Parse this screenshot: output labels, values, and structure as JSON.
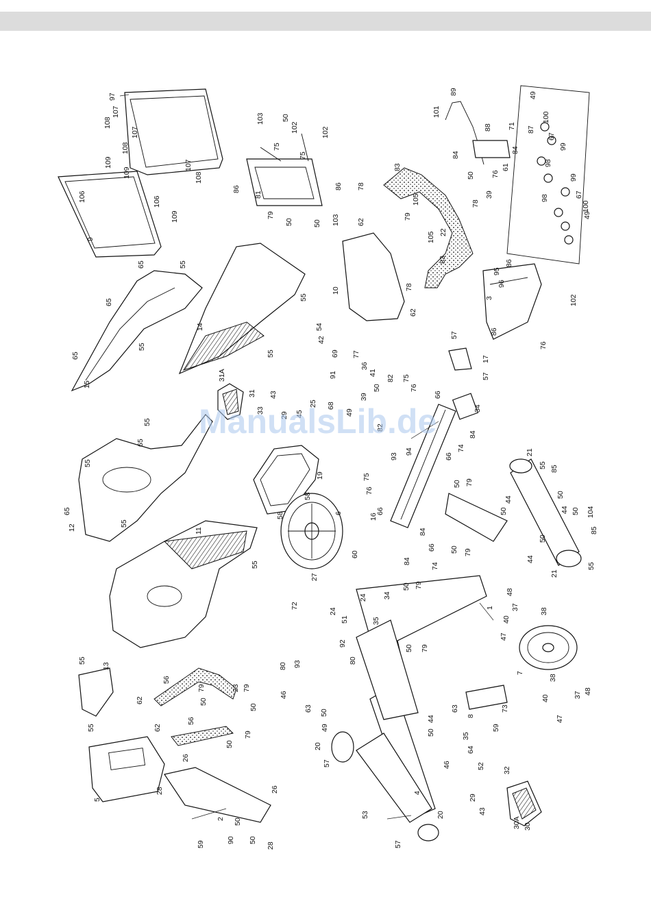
{
  "watermark": "ManualsLib.de",
  "labels": [
    {
      "text": "97"
    },
    {
      "text": "107"
    },
    {
      "text": "108"
    },
    {
      "text": "107"
    },
    {
      "text": "108"
    },
    {
      "text": "107"
    },
    {
      "text": "108"
    },
    {
      "text": "109"
    },
    {
      "text": "106"
    },
    {
      "text": "109"
    },
    {
      "text": "106"
    },
    {
      "text": "109"
    },
    {
      "text": "9"
    },
    {
      "text": "103"
    },
    {
      "text": "50"
    },
    {
      "text": "102"
    },
    {
      "text": "75"
    },
    {
      "text": "75"
    },
    {
      "text": "102"
    },
    {
      "text": "86"
    },
    {
      "text": "81"
    },
    {
      "text": "86"
    },
    {
      "text": "79"
    },
    {
      "text": "50"
    },
    {
      "text": "50"
    },
    {
      "text": "103"
    },
    {
      "text": "101"
    },
    {
      "text": "89"
    },
    {
      "text": "88"
    },
    {
      "text": "71"
    },
    {
      "text": "84"
    },
    {
      "text": "84"
    },
    {
      "text": "61"
    },
    {
      "text": "76"
    },
    {
      "text": "50"
    },
    {
      "text": "39"
    },
    {
      "text": "83"
    },
    {
      "text": "78"
    },
    {
      "text": "62"
    },
    {
      "text": "105"
    },
    {
      "text": "79"
    },
    {
      "text": "105"
    },
    {
      "text": "22"
    },
    {
      "text": "78"
    },
    {
      "text": "83"
    },
    {
      "text": "10"
    },
    {
      "text": "78"
    },
    {
      "text": "62"
    },
    {
      "text": "49"
    },
    {
      "text": "87"
    },
    {
      "text": "100"
    },
    {
      "text": "67"
    },
    {
      "text": "99"
    },
    {
      "text": "98"
    },
    {
      "text": "99"
    },
    {
      "text": "67"
    },
    {
      "text": "100"
    },
    {
      "text": "98"
    },
    {
      "text": "49"
    },
    {
      "text": "95"
    },
    {
      "text": "86"
    },
    {
      "text": "96"
    },
    {
      "text": "3"
    },
    {
      "text": "102"
    },
    {
      "text": "86"
    },
    {
      "text": "76"
    },
    {
      "text": "65"
    },
    {
      "text": "55"
    },
    {
      "text": "65"
    },
    {
      "text": "55"
    },
    {
      "text": "65"
    },
    {
      "text": "15"
    },
    {
      "text": "14"
    },
    {
      "text": "55"
    },
    {
      "text": "55"
    },
    {
      "text": "54"
    },
    {
      "text": "42"
    },
    {
      "text": "69"
    },
    {
      "text": "77"
    },
    {
      "text": "36"
    },
    {
      "text": "91"
    },
    {
      "text": "41"
    },
    {
      "text": "50"
    },
    {
      "text": "39"
    },
    {
      "text": "49"
    },
    {
      "text": "68"
    },
    {
      "text": "25"
    },
    {
      "text": "45"
    },
    {
      "text": "43"
    },
    {
      "text": "29"
    },
    {
      "text": "33"
    },
    {
      "text": "31"
    },
    {
      "text": "31A"
    },
    {
      "text": "17"
    },
    {
      "text": "57"
    },
    {
      "text": "57"
    },
    {
      "text": "82"
    },
    {
      "text": "75"
    },
    {
      "text": "76"
    },
    {
      "text": "66"
    },
    {
      "text": "34"
    },
    {
      "text": "84"
    },
    {
      "text": "82"
    },
    {
      "text": "93"
    },
    {
      "text": "94"
    },
    {
      "text": "66"
    },
    {
      "text": "74"
    },
    {
      "text": "75"
    },
    {
      "text": "76"
    },
    {
      "text": "66"
    },
    {
      "text": "16"
    },
    {
      "text": "84"
    },
    {
      "text": "66"
    },
    {
      "text": "84"
    },
    {
      "text": "74"
    },
    {
      "text": "55"
    },
    {
      "text": "65"
    },
    {
      "text": "55"
    },
    {
      "text": "65"
    },
    {
      "text": "12"
    },
    {
      "text": "55"
    },
    {
      "text": "11"
    },
    {
      "text": "55"
    },
    {
      "text": "19"
    },
    {
      "text": "58"
    },
    {
      "text": "58"
    },
    {
      "text": "6"
    },
    {
      "text": "60"
    },
    {
      "text": "21"
    },
    {
      "text": "55"
    },
    {
      "text": "85"
    },
    {
      "text": "50"
    },
    {
      "text": "44"
    },
    {
      "text": "50"
    },
    {
      "text": "44"
    },
    {
      "text": "50"
    },
    {
      "text": "104"
    },
    {
      "text": "44"
    },
    {
      "text": "50"
    },
    {
      "text": "85"
    },
    {
      "text": "55"
    },
    {
      "text": "21"
    },
    {
      "text": "50"
    },
    {
      "text": "79"
    },
    {
      "text": "50"
    },
    {
      "text": "79"
    },
    {
      "text": "27"
    },
    {
      "text": "24"
    },
    {
      "text": "24"
    },
    {
      "text": "51"
    },
    {
      "text": "35"
    },
    {
      "text": "34"
    },
    {
      "text": "50"
    },
    {
      "text": "79"
    },
    {
      "text": "1"
    },
    {
      "text": "50"
    },
    {
      "text": "79"
    },
    {
      "text": "48"
    },
    {
      "text": "37"
    },
    {
      "text": "38"
    },
    {
      "text": "40"
    },
    {
      "text": "47"
    },
    {
      "text": "7"
    },
    {
      "text": "38"
    },
    {
      "text": "37"
    },
    {
      "text": "48"
    },
    {
      "text": "40"
    },
    {
      "text": "47"
    },
    {
      "text": "72"
    },
    {
      "text": "92"
    },
    {
      "text": "80"
    },
    {
      "text": "80"
    },
    {
      "text": "93"
    },
    {
      "text": "46"
    },
    {
      "text": "63"
    },
    {
      "text": "50"
    },
    {
      "text": "49"
    },
    {
      "text": "20"
    },
    {
      "text": "57"
    },
    {
      "text": "63"
    },
    {
      "text": "8"
    },
    {
      "text": "73"
    },
    {
      "text": "59"
    },
    {
      "text": "50"
    },
    {
      "text": "44"
    },
    {
      "text": "35"
    },
    {
      "text": "64"
    },
    {
      "text": "46"
    },
    {
      "text": "52"
    },
    {
      "text": "32"
    },
    {
      "text": "29"
    },
    {
      "text": "43"
    },
    {
      "text": "30A"
    },
    {
      "text": "30"
    },
    {
      "text": "4"
    },
    {
      "text": "53"
    },
    {
      "text": "20"
    },
    {
      "text": "57"
    },
    {
      "text": "55"
    },
    {
      "text": "13"
    },
    {
      "text": "55"
    },
    {
      "text": "62"
    },
    {
      "text": "56"
    },
    {
      "text": "79"
    },
    {
      "text": "50"
    },
    {
      "text": "23"
    },
    {
      "text": "79"
    },
    {
      "text": "50"
    },
    {
      "text": "62"
    },
    {
      "text": "56"
    },
    {
      "text": "50"
    },
    {
      "text": "79"
    },
    {
      "text": "5"
    },
    {
      "text": "26"
    },
    {
      "text": "28"
    },
    {
      "text": "26"
    },
    {
      "text": "2"
    },
    {
      "text": "59"
    },
    {
      "text": "50"
    },
    {
      "text": "90"
    },
    {
      "text": "50"
    },
    {
      "text": "28"
    }
  ]
}
